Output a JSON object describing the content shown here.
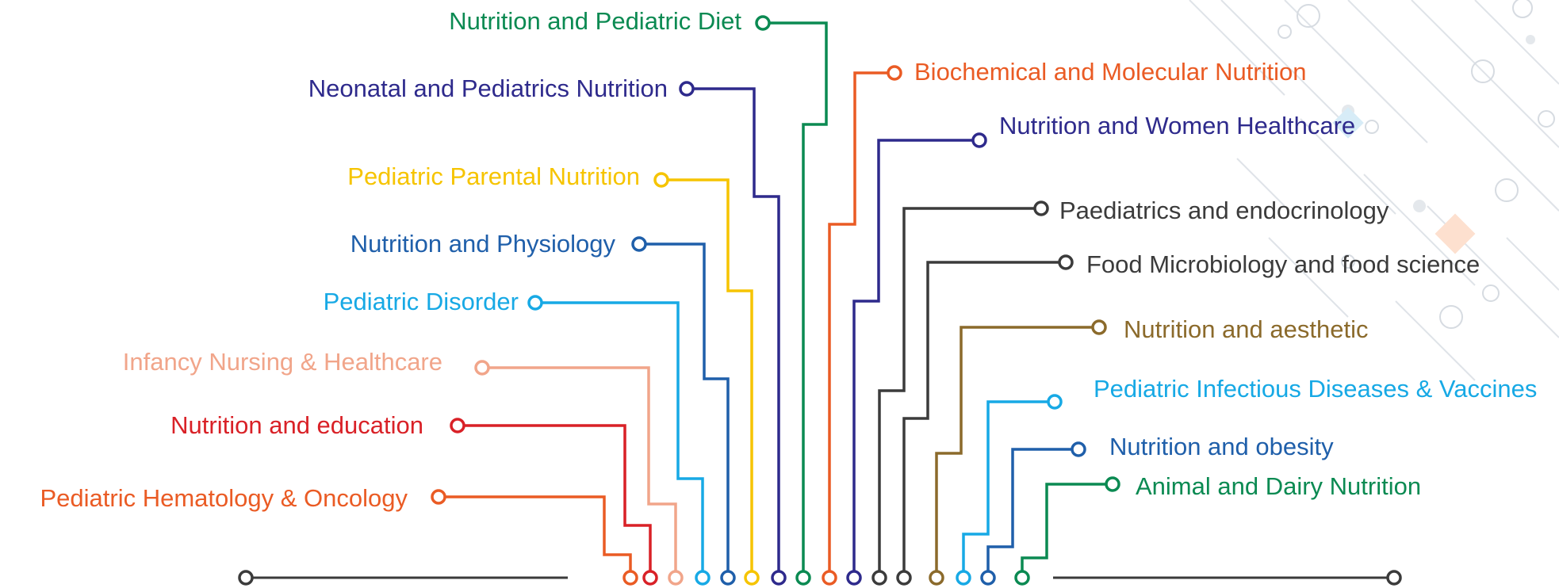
{
  "colors": {
    "green": "#0b8a52",
    "navy": "#2e2a8c",
    "orange": "#ea5b24",
    "yellow": "#f6c400",
    "blue": "#1f5faa",
    "cyan": "#17a9e5",
    "peach": "#f1a58a",
    "red": "#d92127",
    "gray": "#3b3b3b",
    "brown": "#8b6a2b",
    "baseline": "#3b3b3b"
  },
  "topics_left": [
    {
      "id": "nutrition-pediatric-diet",
      "label": "Nutrition and Pediatric Diet",
      "color": "green"
    },
    {
      "id": "neonatal-pediatrics-nutrition",
      "label": "Neonatal and Pediatrics Nutrition",
      "color": "navy"
    },
    {
      "id": "pediatric-parental-nutrition",
      "label": "Pediatric Parental Nutrition",
      "color": "yellow"
    },
    {
      "id": "nutrition-physiology",
      "label": "Nutrition and Physiology",
      "color": "blue"
    },
    {
      "id": "pediatric-disorder",
      "label": "Pediatric Disorder",
      "color": "cyan"
    },
    {
      "id": "infancy-nursing",
      "label": "Infancy Nursing & Healthcare",
      "color": "peach"
    },
    {
      "id": "nutrition-education",
      "label": "Nutrition and education",
      "color": "red"
    },
    {
      "id": "pediatric-hematology",
      "label": "Pediatric Hematology & Oncology",
      "color": "orange"
    }
  ],
  "topics_right": [
    {
      "id": "biochemical-molecular",
      "label": "Biochemical and Molecular Nutrition",
      "color": "orange"
    },
    {
      "id": "women-healthcare",
      "label": "Nutrition and Women Healthcare",
      "color": "navy"
    },
    {
      "id": "paediatrics-endocrinology",
      "label": "Paediatrics and endocrinology",
      "color": "gray"
    },
    {
      "id": "food-microbiology",
      "label": "Food Microbiology and food science",
      "color": "gray"
    },
    {
      "id": "nutrition-aesthetic",
      "label": "Nutrition and aesthetic",
      "color": "brown"
    },
    {
      "id": "infectious-diseases",
      "label": "Pediatric Infectious Diseases & Vaccines",
      "color": "cyan"
    },
    {
      "id": "nutrition-obesity",
      "label": "Nutrition and obesity",
      "color": "blue"
    },
    {
      "id": "animal-dairy",
      "label": "Animal and Dairy Nutrition",
      "color": "green"
    }
  ]
}
